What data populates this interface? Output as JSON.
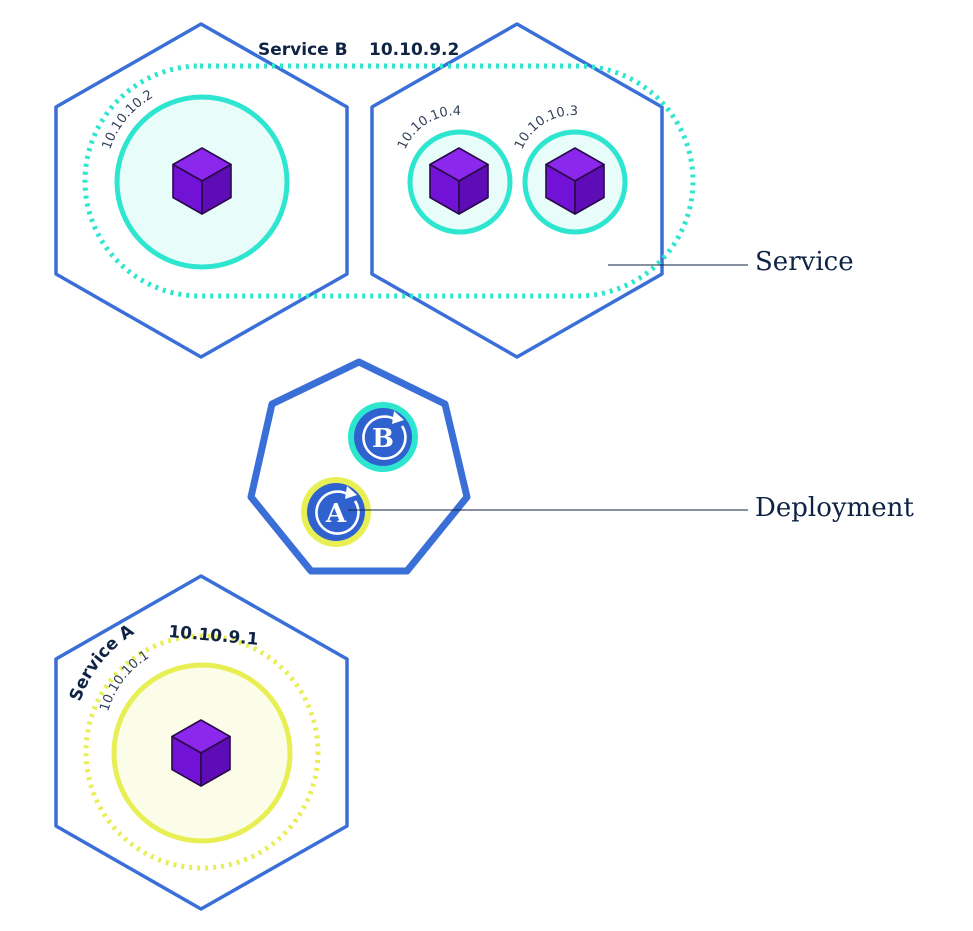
{
  "service_b": {
    "name": "Service B",
    "ip": "10.10.9.2"
  },
  "service_a": {
    "name": "Service A",
    "ip": "10.10.9.1"
  },
  "pods": [
    {
      "ip": "10.10.10.2"
    },
    {
      "ip": "10.10.10.4"
    },
    {
      "ip": "10.10.10.3"
    },
    {
      "ip": "10.10.10.1"
    }
  ],
  "deployments": [
    {
      "letter": "B"
    },
    {
      "letter": "A"
    }
  ],
  "callouts": {
    "service": "Service",
    "deployment": "Deployment"
  },
  "colors": {
    "node_stroke": "#3a6fd8",
    "service_b_teal": "#2ee6cf",
    "service_a_yellow": "#e8ef55",
    "pod_fill_teal": "#e8fcfa",
    "pod_fill_yellow": "#fcfde8",
    "cube_purple": "#7a13dd",
    "deployment_blue": "#2f62cf",
    "callout_line": "#0f2344"
  },
  "icons": {
    "pod": "cube-icon",
    "deployment": "rotate-arrow-icon"
  }
}
